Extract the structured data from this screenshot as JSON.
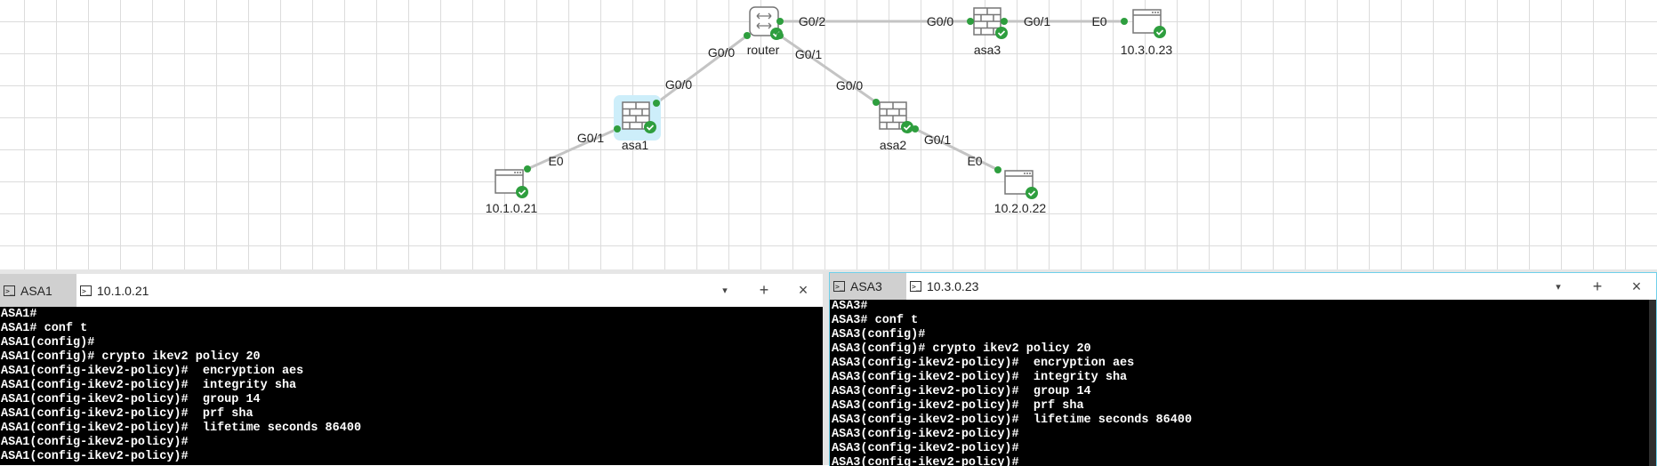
{
  "topology": {
    "nodes": {
      "router": "router",
      "asa1": "asa1",
      "asa2": "asa2",
      "asa3": "asa3",
      "host1": "10.1.0.21",
      "host2": "10.2.0.22",
      "host3": "10.3.0.23"
    },
    "ports": {
      "router_g00": "G0/0",
      "router_g01": "G0/1",
      "router_g02": "G0/2",
      "asa1_g00": "G0/0",
      "asa1_g01": "G0/1",
      "asa2_g00": "G0/0",
      "asa2_g01": "G0/1",
      "asa3_g00": "G0/0",
      "asa3_g01": "G0/1",
      "host1_e0": "E0",
      "host2_e0": "E0",
      "host3_e0": "E0"
    },
    "colors": {
      "link": "#c4c4c4",
      "port": "#2e9e3e",
      "status": "#2e9e3e",
      "selected": "#cdeefa"
    }
  },
  "left_panel": {
    "tabs": [
      {
        "label": "ASA1",
        "active": true
      },
      {
        "label": "10.1.0.21",
        "active": false
      }
    ],
    "lines": [
      "ASA1#",
      "ASA1# conf t",
      "ASA1(config)#",
      "ASA1(config)# crypto ikev2 policy 20",
      "ASA1(config-ikev2-policy)#  encryption aes",
      "ASA1(config-ikev2-policy)#  integrity sha",
      "ASA1(config-ikev2-policy)#  group 14",
      "ASA1(config-ikev2-policy)#  prf sha",
      "ASA1(config-ikev2-policy)#  lifetime seconds 86400",
      "ASA1(config-ikev2-policy)#",
      "ASA1(config-ikev2-policy)#"
    ]
  },
  "right_panel": {
    "tabs": [
      {
        "label": "ASA3",
        "active": true
      },
      {
        "label": "10.3.0.23",
        "active": false
      }
    ],
    "lines": [
      "ASA3#",
      "ASA3# conf t",
      "ASA3(config)#",
      "ASA3(config)# crypto ikev2 policy 20",
      "ASA3(config-ikev2-policy)#  encryption aes",
      "ASA3(config-ikev2-policy)#  integrity sha",
      "ASA3(config-ikev2-policy)#  group 14",
      "ASA3(config-ikev2-policy)#  prf sha",
      "ASA3(config-ikev2-policy)#  lifetime seconds 86400",
      "ASA3(config-ikev2-policy)#",
      "ASA3(config-ikev2-policy)#",
      "ASA3(config-ikev2-policy)#"
    ]
  },
  "controls": {
    "menu": "▾",
    "add": "+",
    "close": "×",
    "term_icon": "⊡"
  }
}
